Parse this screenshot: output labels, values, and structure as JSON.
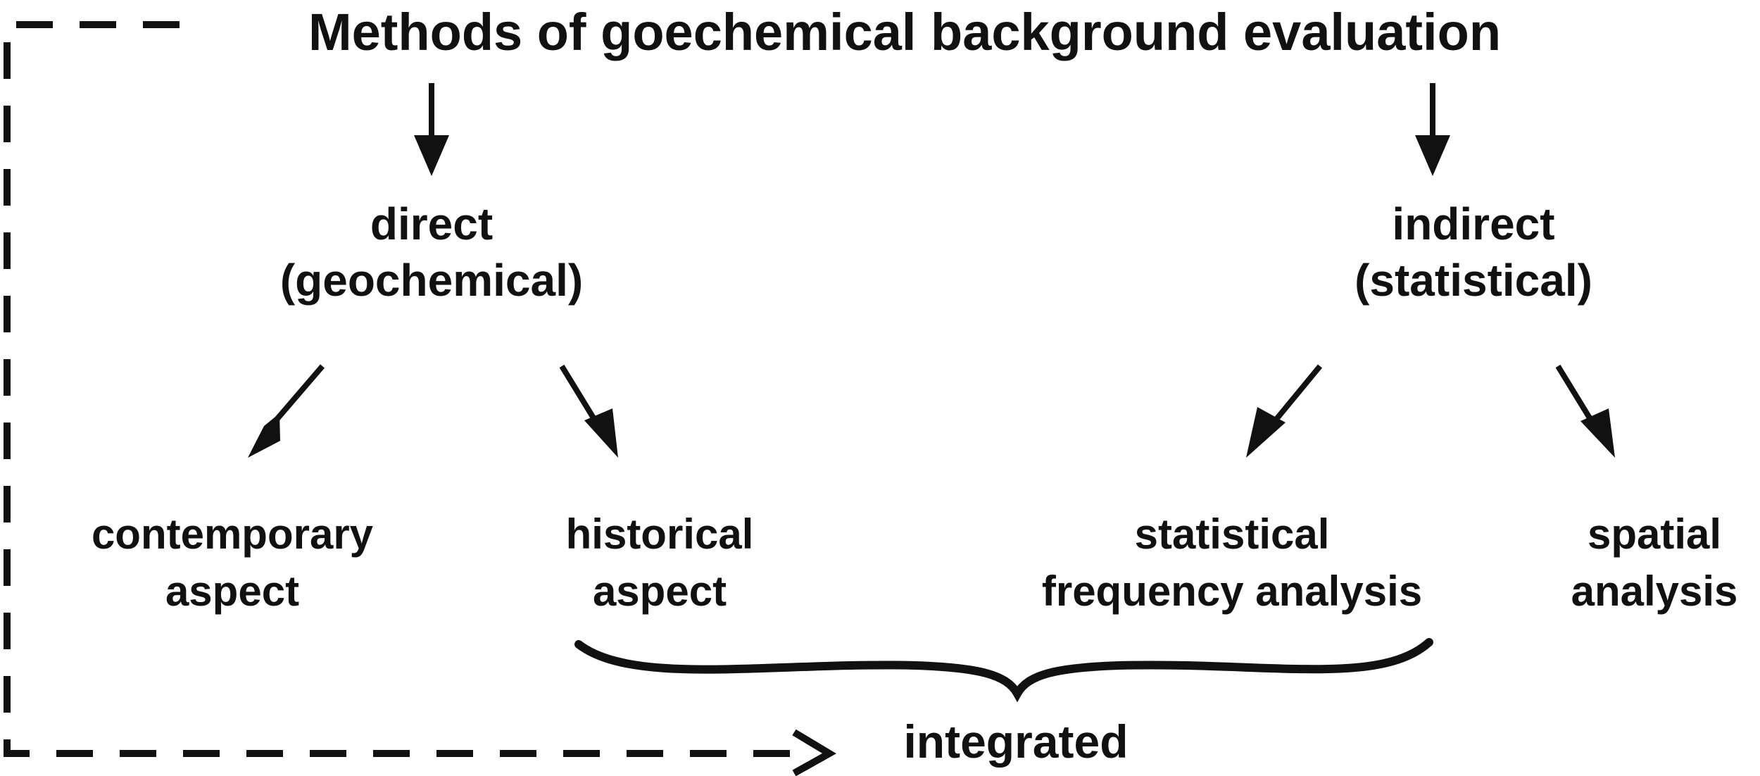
{
  "diagram": {
    "title": "Methods of goechemical background evaluation",
    "direct": {
      "line1": "direct",
      "line2": "(geochemical)"
    },
    "indirect": {
      "line1": "indirect",
      "line2": "(statistical)"
    },
    "contemporary": {
      "line1": "contemporary",
      "line2": "aspect"
    },
    "historical": {
      "line1": "historical",
      "line2": "aspect"
    },
    "statistical_frequency": {
      "line1": "statistical",
      "line2": "frequency analysis"
    },
    "spatial": {
      "line1": "spatial",
      "line2": "analysis"
    },
    "integrated": "integrated"
  },
  "colors": {
    "ink": "#111111",
    "background": "#ffffff"
  }
}
